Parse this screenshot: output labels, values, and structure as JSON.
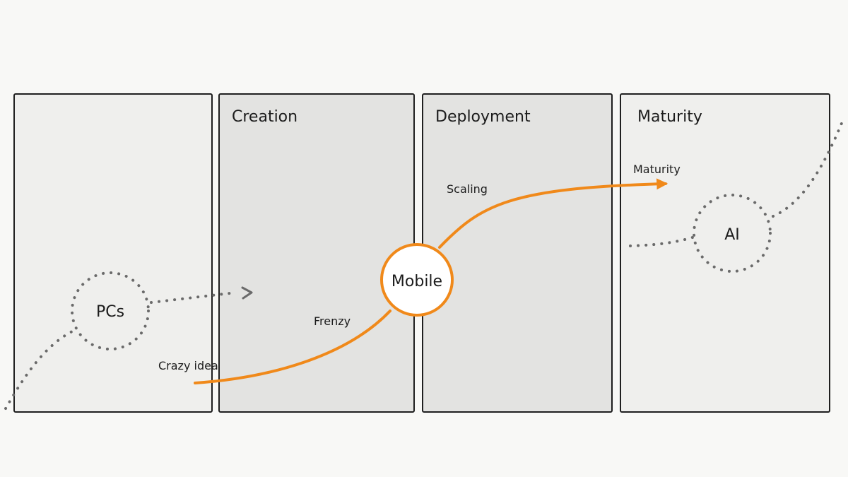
{
  "panels": [
    {
      "id": "p0",
      "label": "",
      "fill": "#efefed"
    },
    {
      "id": "p1",
      "label": "Creation",
      "fill": "#e3e3e1"
    },
    {
      "id": "p2",
      "label": "Deployment",
      "fill": "#e3e3e1"
    },
    {
      "id": "p3",
      "label": "Maturity",
      "fill": "#efefed"
    }
  ],
  "nodes": {
    "pcs": "PCs",
    "mobile": "Mobile",
    "ai": "AI"
  },
  "curve_labels": {
    "crazy_idea": "Crazy idea",
    "frenzy": "Frenzy",
    "scaling": "Scaling",
    "maturity": "Maturity"
  },
  "colors": {
    "accent": "#f0891a",
    "dotted": "#6a6a6a",
    "outline": "#1f1f1f"
  }
}
